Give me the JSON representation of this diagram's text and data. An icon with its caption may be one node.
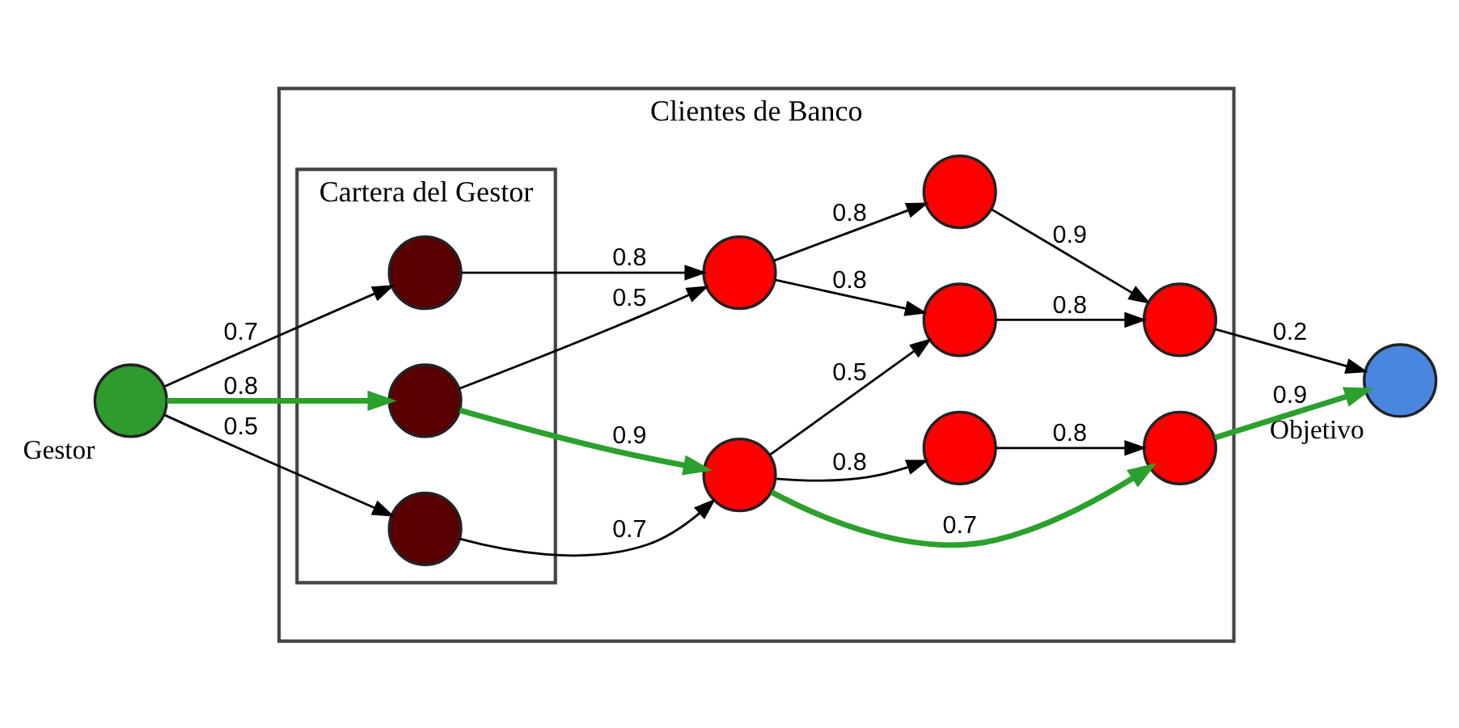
{
  "diagram": {
    "nodes": [
      {
        "text": [
          "Gestor"
        ]
      },
      {
        "text": [
          "Clientes de Banco"
        ]
      },
      {
        "text": [
          "Cartera del Gestor"
        ],
        "in": 1
      },
      {
        "text": [],
        "shape": "circle",
        "in": 2
      },
      {
        "text": [],
        "shape": "circle",
        "in": 2
      },
      {
        "text": [],
        "shape": "circle",
        "in": 2
      },
      {
        "text": [],
        "shape": "circle",
        "in": 1
      },
      {
        "text": [],
        "shape": "circle",
        "in": 1
      },
      {
        "text": [],
        "shape": "circle",
        "in": 1
      },
      {
        "text": [],
        "shape": "circle",
        "in": 1
      },
      {
        "text": [],
        "shape": "circle",
        "in": 1
      },
      {
        "text": [],
        "shape": "circle",
        "in": 1
      },
      {
        "text": [],
        "shape": "circle",
        "in": 1
      },
      {
        "text": [
          "Objetivo"
        ]
      }
    ],
    "edges": [
      {
        "from": 0,
        "to": 3,
        "arrow": "to",
        "label": "0.7"
      },
      {
        "from": 0,
        "to": 4,
        "arrow": "to",
        "label": "0.8",
        "style": "thick",
        "color": "#2ca02c"
      },
      {
        "from": 0,
        "to": 5,
        "arrow": "to",
        "label": "0.5"
      },
      {
        "from": 3,
        "to": 6,
        "arrow": "to",
        "label": "0.8"
      },
      {
        "from": 4,
        "to": 6,
        "arrow": "to",
        "label": "0.5"
      },
      {
        "from": 4,
        "to": 9,
        "arrow": "to",
        "label": "0.9",
        "style": "thick",
        "color": "#2ca02c"
      },
      {
        "from": 5,
        "to": 9,
        "arrow": "to",
        "label": "0.7"
      },
      {
        "from": 6,
        "to": 7,
        "arrow": "to",
        "label": "0.8"
      },
      {
        "from": 6,
        "to": 8,
        "arrow": "to",
        "label": "0.8"
      },
      {
        "from": 7,
        "to": 10,
        "arrow": "to",
        "label": "0.9"
      },
      {
        "from": 8,
        "to": 10,
        "arrow": "to",
        "label": "0.8"
      },
      {
        "from": 10,
        "to": 13,
        "arrow": "to",
        "label": "0.2"
      },
      {
        "from": 9,
        "to": 8,
        "arrow": "to",
        "label": "0.5"
      },
      {
        "from": 9,
        "to": 11,
        "arrow": "to",
        "label": "0.7",
        "style": "thick",
        "color": "#2ca02c"
      },
      {
        "from": 9,
        "to": 12,
        "arrow": "to",
        "label": "0.8"
      },
      {
        "from": 12,
        "to": 11,
        "arrow": "to",
        "label": "0.8"
      },
      {
        "from": 11,
        "to": 13,
        "arrow": "to",
        "label": "0.9",
        "style": "thick",
        "color": "#2ca02c"
      }
    ]
  }
}
